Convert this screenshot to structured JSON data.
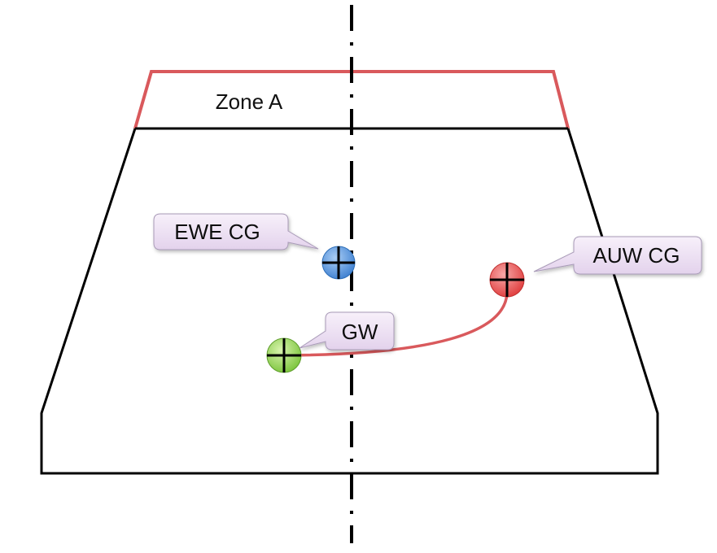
{
  "zone": {
    "label": "Zone A"
  },
  "markers": {
    "ewe_cg": {
      "label": "EWE CG",
      "color": "#4b8fdc"
    },
    "auw_cg": {
      "label": "AUW CG",
      "color": "#e65050"
    },
    "gw": {
      "label": "GW",
      "color": "#8ed34a"
    }
  },
  "colors": {
    "outline": "#000000",
    "zone_outline": "#d9595c",
    "path": "#d9595c",
    "callout_fill": "#ecdcf2",
    "callout_stroke": "#a99bb8"
  }
}
